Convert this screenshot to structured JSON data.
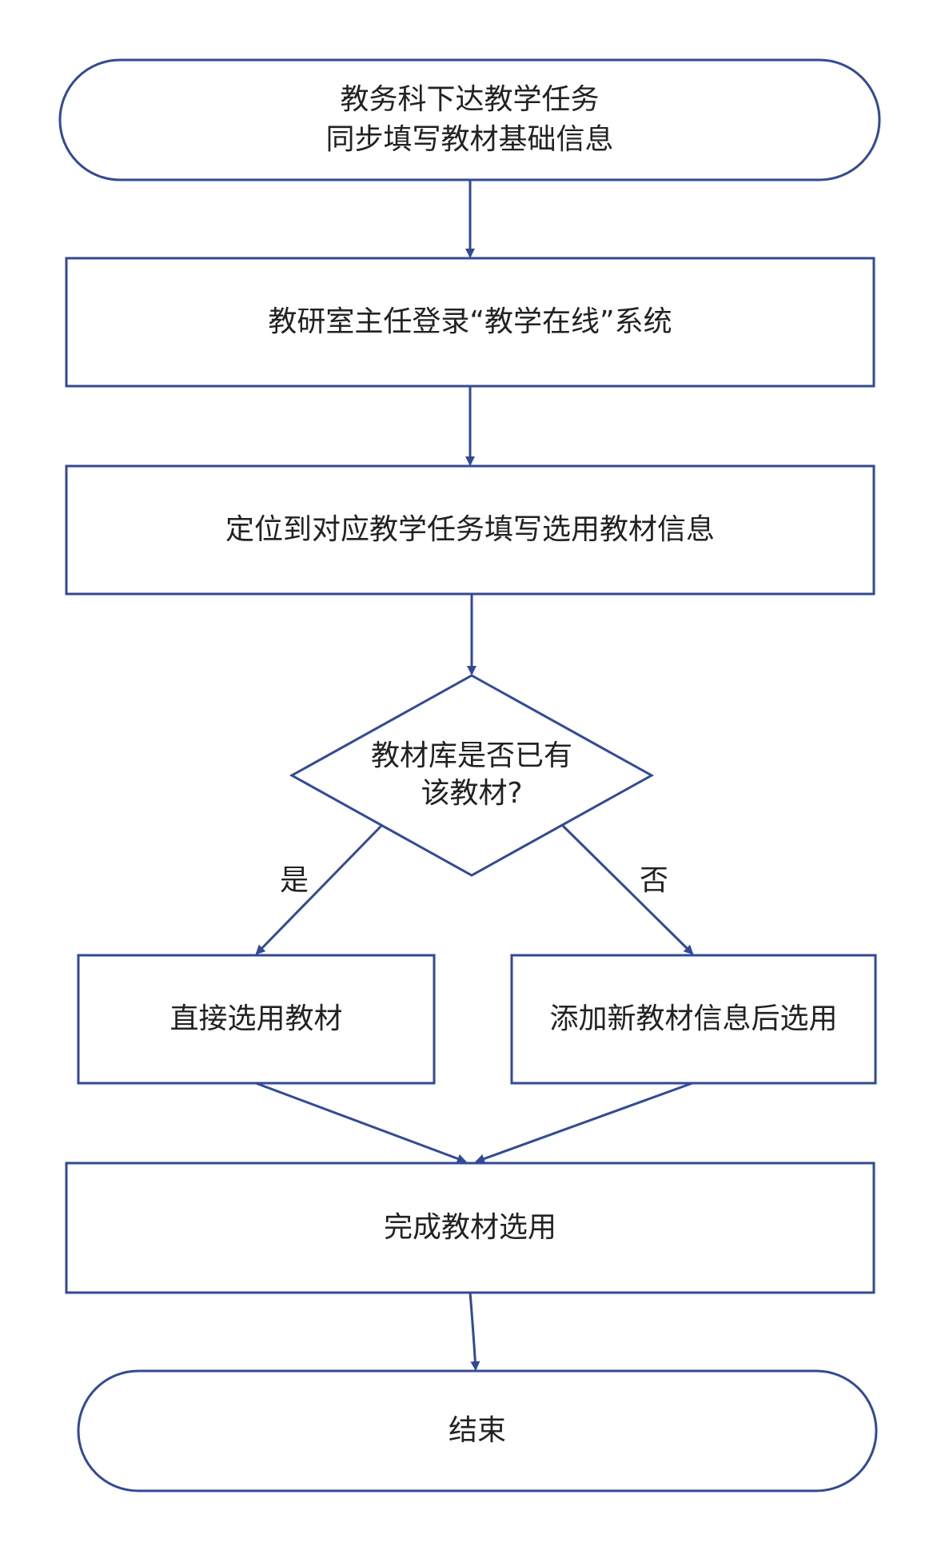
{
  "colors": {
    "stroke": "#2f49a1",
    "text": "#222222",
    "background": "#ffffff"
  },
  "nodes": {
    "start": {
      "line1": "教务科下达教学任务",
      "line2": "同步填写教材基础信息"
    },
    "login": {
      "text": "教研室主任登录“教学在线”系统"
    },
    "locate": {
      "text": "定位到对应教学任务填写选用教材信息"
    },
    "decision": {
      "line1": "教材库是否已有",
      "line2": "该教材?"
    },
    "direct": {
      "text": "直接选用教材"
    },
    "add_new": {
      "text": "添加新教材信息后选用"
    },
    "complete": {
      "text": "完成教材选用"
    },
    "end": {
      "text": "结束"
    }
  },
  "edge_labels": {
    "yes": "是",
    "no": "否"
  }
}
